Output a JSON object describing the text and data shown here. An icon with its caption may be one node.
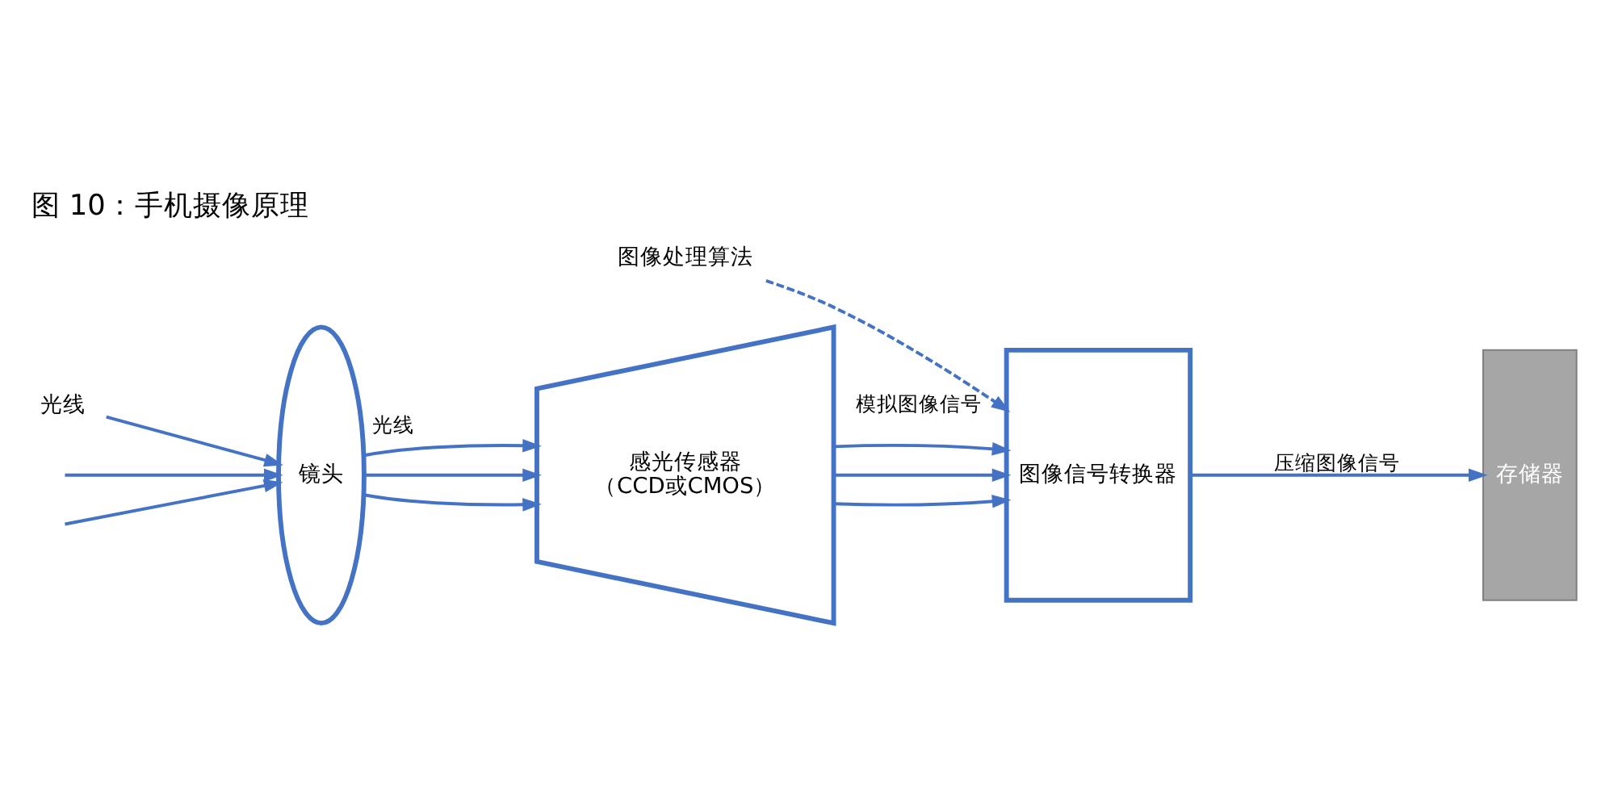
{
  "diagram": {
    "title": "图 10：手机摄像原理",
    "nodes": [
      {
        "text": [
          "光线"
        ]
      },
      {
        "text": [
          "镜头"
        ]
      },
      {
        "text": [
          "感光传感器",
          "（CCD或CMOS）"
        ]
      },
      {
        "text": [
          "图像处理算法"
        ]
      },
      {
        "text": [
          "图像信号转换器"
        ]
      },
      {
        "text": [
          "存储器"
        ]
      }
    ],
    "edges": [
      {
        "from": 0,
        "to": 1,
        "arrow": "to"
      },
      {
        "from": null,
        "to": 1,
        "arrow": "to"
      },
      {
        "from": null,
        "to": 1,
        "arrow": "to"
      },
      {
        "from": 1,
        "to": 2,
        "arrow": "to"
      },
      {
        "from": 1,
        "to": 2,
        "arrow": "to"
      },
      {
        "from": 1,
        "to": 2,
        "arrow": "to",
        "label": "光线"
      },
      {
        "from": 2,
        "to": 4,
        "arrow": "to"
      },
      {
        "from": 2,
        "to": 4,
        "arrow": "to"
      },
      {
        "from": 2,
        "to": 4,
        "arrow": "to",
        "label": "模拟图像信号"
      },
      {
        "from": 3,
        "to": 4,
        "arrow": "to",
        "style": "dashed"
      },
      {
        "from": 4,
        "to": 5,
        "arrow": "to",
        "label": "压缩图像信号"
      }
    ]
  }
}
